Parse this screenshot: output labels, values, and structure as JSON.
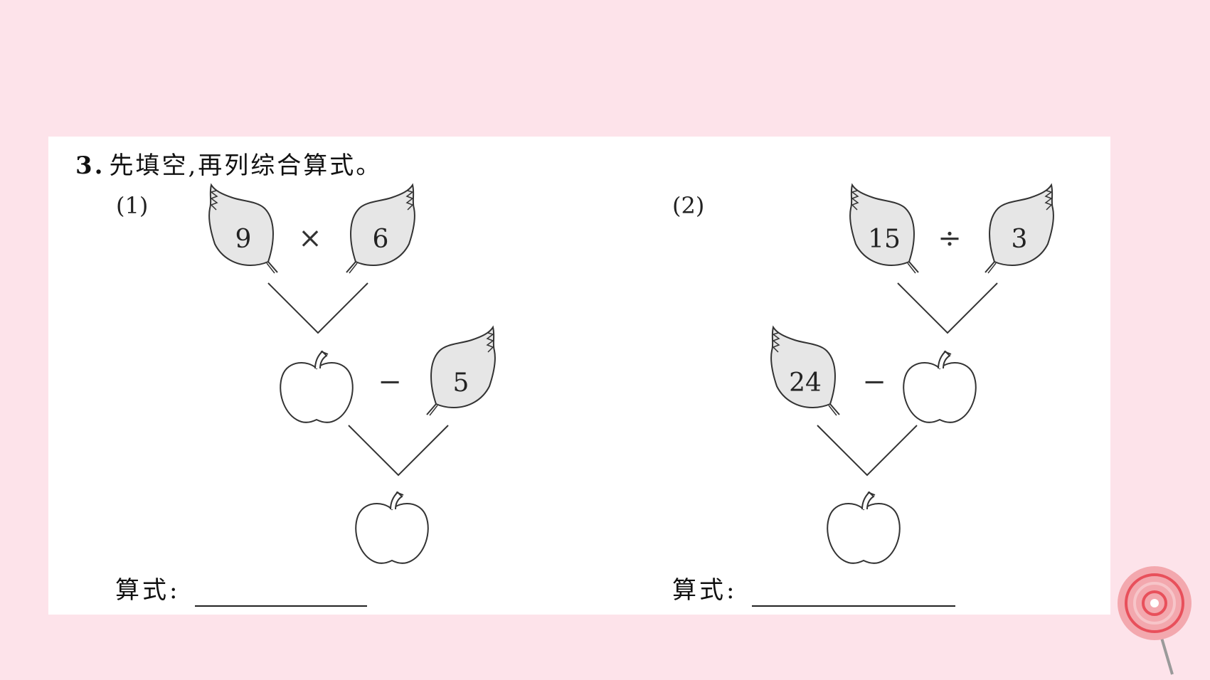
{
  "question": {
    "number": "3.",
    "instruction": "先填空,再列综合算式。"
  },
  "parts": [
    {
      "label": "(1)",
      "top_left": "9",
      "top_op": "×",
      "top_right": "6",
      "mid_op": "−",
      "mid_right": "5",
      "formula_label": "算式:"
    },
    {
      "label": "(2)",
      "top_left": "15",
      "top_op": "÷",
      "top_right": "3",
      "mid_left": "24",
      "mid_op": "−",
      "formula_label": "算式:"
    }
  ],
  "colors": {
    "background": "#fde3ea",
    "sheet": "#ffffff",
    "leaf_fill": "#e6e6e6",
    "stroke": "#333333",
    "pin": "#e8505b"
  }
}
